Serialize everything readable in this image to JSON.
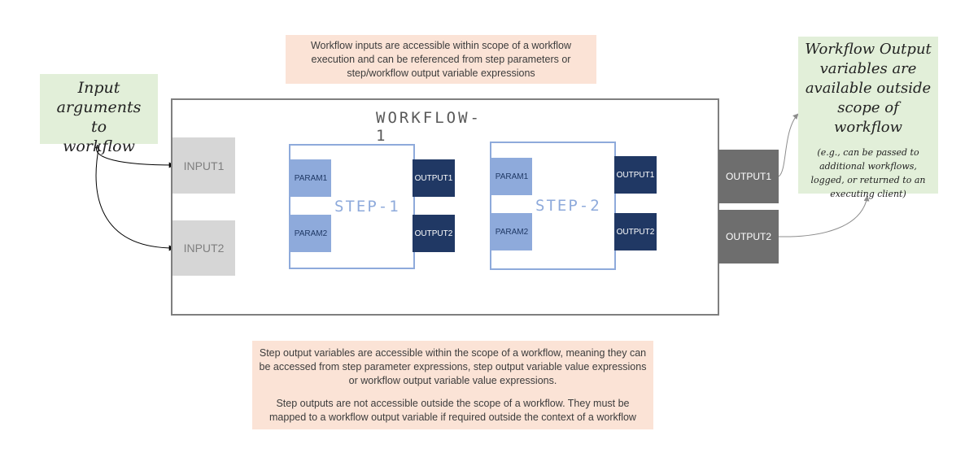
{
  "notes": {
    "top": "Workflow inputs are accessible within scope of a workflow execution and can be referenced from step parameters or step/workflow output variable expressions",
    "bottom_p1": "Step output variables are accessible within the scope of a workflow, meaning they can be accessed from step parameter expressions, step output variable value expressions or workflow output variable value expressions.",
    "bottom_p2": "Step outputs are not accessible outside the scope of a workflow. They must be mapped to a workflow output variable if required outside the context of a workflow"
  },
  "callouts": {
    "input_args": "Input arguments to workflow",
    "output_title": "Workflow Output variables are available outside scope of workflow",
    "output_sub": "(e.g., can be passed to additional workflows, logged, or returned to an executing client)"
  },
  "workflow": {
    "title": "WORKFLOW-1",
    "inputs": [
      "INPUT1",
      "INPUT2"
    ],
    "outputs": [
      "OUTPUT1",
      "OUTPUT2"
    ]
  },
  "steps": [
    {
      "label": "STEP-1",
      "params": [
        "PARAM1",
        "PARAM2"
      ],
      "outputs": [
        "OUTPUT1",
        "OUTPUT2"
      ]
    },
    {
      "label": "STEP-2",
      "params": [
        "PARAM1",
        "PARAM2"
      ],
      "outputs": [
        "OUTPUT1",
        "OUTPUT2"
      ]
    }
  ],
  "colors": {
    "note_bg": "#fbe3d6",
    "callout_bg": "#e2efd9",
    "param": "#8eaadb",
    "step_output": "#203864",
    "mapping_arrow": "#c55a11"
  }
}
